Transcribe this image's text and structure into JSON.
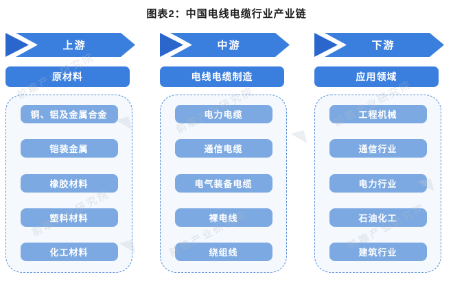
{
  "title": "图表2：中国电线电缆行业产业链",
  "watermark": {
    "text": "前瞻产业研究院",
    "logo_glyph": "◥"
  },
  "palette": {
    "stage_arrow": "#3a7ede",
    "stage_arrow_dark": "#2b66cc",
    "category": "#3a7ede",
    "item": "#7ca9e2",
    "panel_border": "#4f8ad9",
    "panel_bg": "#f5f9fd"
  },
  "columns": [
    {
      "stage": "上游",
      "category": "原材料",
      "items": [
        "铜、铝及金属合金",
        "铠装金属",
        "橡胶材料",
        "塑料材料",
        "化工材料"
      ]
    },
    {
      "stage": "中游",
      "category": "电线电缆制造",
      "items": [
        "电力电缆",
        "通信电缆",
        "电气装备电缆",
        "裸电线",
        "绕组线"
      ]
    },
    {
      "stage": "下游",
      "category": "应用领域",
      "items": [
        "工程机械",
        "通信行业",
        "电力行业",
        "石油化工",
        "建筑行业"
      ]
    }
  ]
}
